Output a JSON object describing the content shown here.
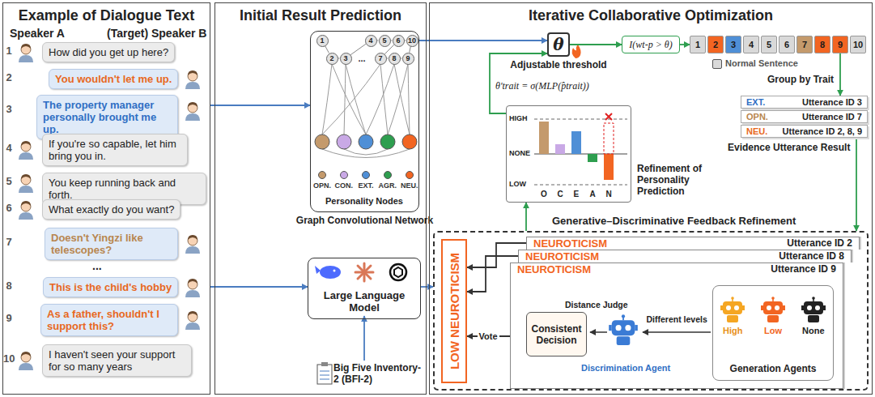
{
  "diagram": {
    "nodes": [
      {
        "text": [
          "Example of Dialogue Text"
        ]
      },
      {
        "text": [
          "How did you get up here?"
        ],
        "in": 0
      },
      {
        "text": [
          "You wouldn't let me up."
        ],
        "in": 0
      },
      {
        "text": [
          "The property manager personally brought me up."
        ],
        "in": 0
      },
      {
        "text": [
          "If you're so capable, let him bring you in."
        ],
        "in": 0
      },
      {
        "text": [
          "You keep running back and forth."
        ],
        "in": 0
      },
      {
        "text": [
          "What exactly do you want?"
        ],
        "in": 0
      },
      {
        "text": [
          "Doesn't Yingzi like telescopes?"
        ],
        "in": 0
      },
      {
        "text": [
          "This is the child's hobby"
        ],
        "in": 0
      },
      {
        "text": [
          "As a father, shouldn't I support this?"
        ],
        "in": 0
      },
      {
        "text": [
          "I haven't seen your support for so many years"
        ],
        "in": 0
      },
      {
        "text": [
          "Initial Result Prediction"
        ]
      },
      {
        "text": [
          "Graph Convolutional Network"
        ],
        "in": 11
      },
      {
        "text": [
          "1"
        ],
        "in": 12
      },
      {
        "text": [
          "2"
        ],
        "in": 12
      },
      {
        "text": [
          "3"
        ],
        "in": 12
      },
      {
        "text": [
          "4"
        ],
        "in": 12
      },
      {
        "text": [
          "5"
        ],
        "in": 12
      },
      {
        "text": [
          "6"
        ],
        "in": 12
      },
      {
        "text": [
          "7"
        ],
        "in": 12
      },
      {
        "text": [
          "8"
        ],
        "in": 12
      },
      {
        "text": [
          "9"
        ],
        "in": 12
      },
      {
        "text": [
          "10"
        ],
        "in": 12
      },
      {
        "text": [
          "Large Language Model"
        ],
        "in": 11
      },
      {
        "text": [
          "Iterative Collaborative Optimization"
        ]
      },
      {
        "text": [
          "θ",
          "Adjustable threshold"
        ],
        "in": 24
      },
      {
        "text": [
          "I(wt-p > θ)"
        ],
        "in": 24
      },
      {
        "text": [
          "1"
        ],
        "in": 24
      },
      {
        "text": [
          "2"
        ],
        "in": 24
      },
      {
        "text": [
          "3"
        ],
        "in": 24
      },
      {
        "text": [
          "4"
        ],
        "in": 24
      },
      {
        "text": [
          "5"
        ],
        "in": 24
      },
      {
        "text": [
          "6"
        ],
        "in": 24
      },
      {
        "text": [
          "7"
        ],
        "in": 24
      },
      {
        "text": [
          "8"
        ],
        "in": 24
      },
      {
        "text": [
          "9"
        ],
        "in": 24
      },
      {
        "text": [
          "10"
        ],
        "in": 24
      },
      {
        "text": [
          "EXT.",
          "Utterance ID 3"
        ],
        "in": 24
      },
      {
        "text": [
          "OPN.",
          "Utterance ID 7"
        ],
        "in": 24
      },
      {
        "text": [
          "NEU.",
          "Utterance ID 2, 8, 9"
        ],
        "in": 24
      },
      {
        "text": [
          "Refinement of Personality Prediction"
        ],
        "in": 24
      },
      {
        "text": [
          "Generative–Discriminative Feedback Refinement"
        ],
        "in": 24
      },
      {
        "text": [
          "LOW NEUROTICISM"
        ],
        "in": 41
      },
      {
        "text": [
          "NEUROTICISM",
          "Utterance ID 2"
        ],
        "in": 41
      },
      {
        "text": [
          "NEUROTICISM",
          "Utterance ID 8"
        ],
        "in": 41
      },
      {
        "text": [
          "NEUROTICISM",
          "Utterance ID 9"
        ],
        "in": 41
      },
      {
        "text": [
          "Consistent Decision"
        ],
        "in": 45
      },
      {
        "text": [
          "Generation Agents"
        ],
        "in": 45
      }
    ],
    "edges": [
      {
        "from": 0,
        "to": 12,
        "arrow": "to"
      },
      {
        "from": 0,
        "to": 23,
        "arrow": "to"
      },
      {
        "from": 12,
        "to": 25,
        "arrow": "to"
      },
      {
        "from": 23,
        "to": 41,
        "arrow": "to"
      },
      {
        "from": 25,
        "to": 26,
        "arrow": "to"
      },
      {
        "from": 26,
        "to": 27,
        "arrow": "to"
      },
      {
        "from": 35,
        "to": 37,
        "arrow": "to"
      },
      {
        "from": 39,
        "to": 41,
        "arrow": "to"
      },
      {
        "from": 41,
        "to": 40,
        "arrow": "to"
      },
      {
        "from": 40,
        "to": 25,
        "arrow": "to"
      },
      {
        "from": 43,
        "to": 42,
        "arrow": "to"
      },
      {
        "from": 44,
        "to": 42,
        "arrow": "to"
      },
      {
        "from": 45,
        "to": 42,
        "arrow": "to",
        "label": "Vote"
      },
      {
        "from": 13,
        "to": 14,
        "arrow": "none"
      },
      {
        "from": 14,
        "to": 15,
        "arrow": "none"
      },
      {
        "from": 15,
        "to": 16,
        "arrow": "none"
      },
      {
        "from": 16,
        "to": 17,
        "arrow": "none"
      },
      {
        "from": 17,
        "to": 18,
        "arrow": "none"
      },
      {
        "from": 18,
        "to": 19,
        "arrow": "none"
      },
      {
        "from": 19,
        "to": 20,
        "arrow": "none"
      },
      {
        "from": 20,
        "to": 21,
        "arrow": "none"
      },
      {
        "from": 21,
        "to": 22,
        "arrow": "none"
      },
      {
        "from": 18,
        "to": 22,
        "arrow": "none"
      }
    ],
    "labels": [
      "Speaker A",
      "(Target) Speaker B",
      "1",
      "2",
      "3",
      "4",
      "5",
      "6",
      "7",
      "8",
      "9",
      "10",
      "...",
      "...",
      "Personality Nodes",
      "Big Five Inventory-2 (BFI-2)",
      "θ′trait = σ(MLP(p̂trait))",
      "Group by Trait",
      "Evidence Utterance Result",
      "HIGH",
      "NONE",
      "LOW",
      "O",
      "C",
      "E",
      "A",
      "N",
      "Different levels",
      "Distance Judge",
      "Discrimination Agent",
      "High",
      "Low",
      "None"
    ],
    "legend": [
      {
        "text": "OPN.",
        "color": "#c49a6c"
      },
      {
        "text": "CON.",
        "color": "#c9a9e6"
      },
      {
        "text": "EXT.",
        "color": "#4f8fd6"
      },
      {
        "text": "AGR.",
        "color": "#2e9e4f"
      },
      {
        "text": "NEU.",
        "color": "#f26522"
      },
      {
        "text": "Normal Sentence",
        "color": "#d9d9d9"
      }
    ]
  }
}
